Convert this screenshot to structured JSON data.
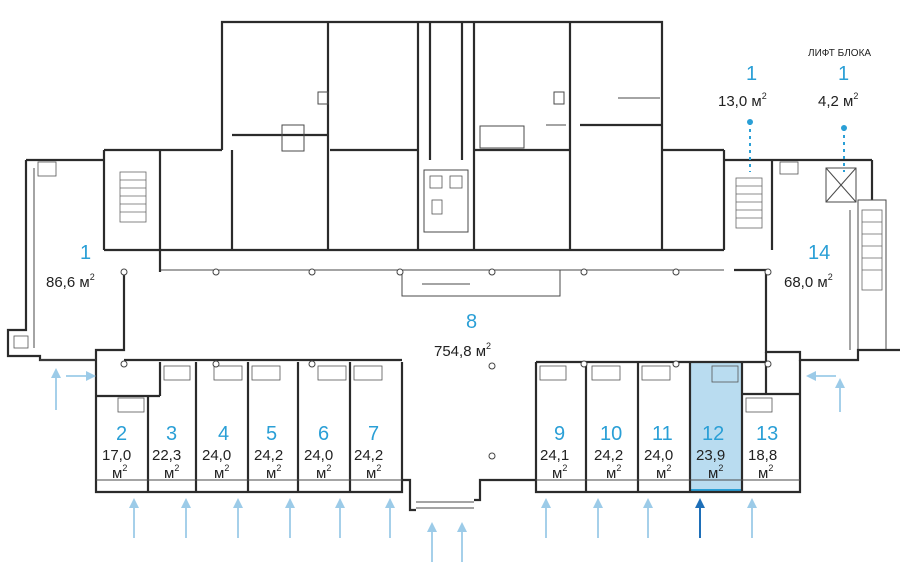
{
  "header": {
    "lift_label": "ЛИФТ БЛОКА"
  },
  "rooms": [
    {
      "id": "room-1-left",
      "number": "1",
      "area": "86,6 м",
      "unit_sup": "2"
    },
    {
      "id": "room-1-lift-a",
      "number": "1",
      "area": "13,0 м",
      "unit_sup": "2"
    },
    {
      "id": "room-1-lift-b",
      "number": "1",
      "area": "4,2 м",
      "unit_sup": "2"
    },
    {
      "id": "room-14",
      "number": "14",
      "area": "68,0 м",
      "unit_sup": "2"
    },
    {
      "id": "room-8",
      "number": "8",
      "area": "754,8 м",
      "unit_sup": "2"
    },
    {
      "id": "room-2",
      "number": "2",
      "area": "17,0",
      "unit": "м",
      "unit_sup": "2"
    },
    {
      "id": "room-3",
      "number": "3",
      "area": "22,3",
      "unit": "м",
      "unit_sup": "2"
    },
    {
      "id": "room-4",
      "number": "4",
      "area": "24,0",
      "unit": "м",
      "unit_sup": "2"
    },
    {
      "id": "room-5",
      "number": "5",
      "area": "24,2",
      "unit": "м",
      "unit_sup": "2"
    },
    {
      "id": "room-6",
      "number": "6",
      "area": "24,0",
      "unit": "м",
      "unit_sup": "2"
    },
    {
      "id": "room-7",
      "number": "7",
      "area": "24,2",
      "unit": "м",
      "unit_sup": "2"
    },
    {
      "id": "room-9",
      "number": "9",
      "area": "24,1",
      "unit": "м",
      "unit_sup": "2"
    },
    {
      "id": "room-10",
      "number": "10",
      "area": "24,2",
      "unit": "м",
      "unit_sup": "2"
    },
    {
      "id": "room-11",
      "number": "11",
      "area": "24,0",
      "unit": "м",
      "unit_sup": "2"
    },
    {
      "id": "room-12",
      "number": "12",
      "area": "23,9",
      "unit": "м",
      "unit_sup": "2",
      "highlighted": true
    },
    {
      "id": "room-13",
      "number": "13",
      "area": "18,8",
      "unit": "м",
      "unit_sup": "2"
    }
  ],
  "colors": {
    "accent": "#2a9fd6",
    "highlight_fill": "#b9dcf0",
    "entrance_arrow": "#9ccbe8",
    "selected_arrow": "#1e6fb8",
    "wall": "#2b2b2b"
  }
}
